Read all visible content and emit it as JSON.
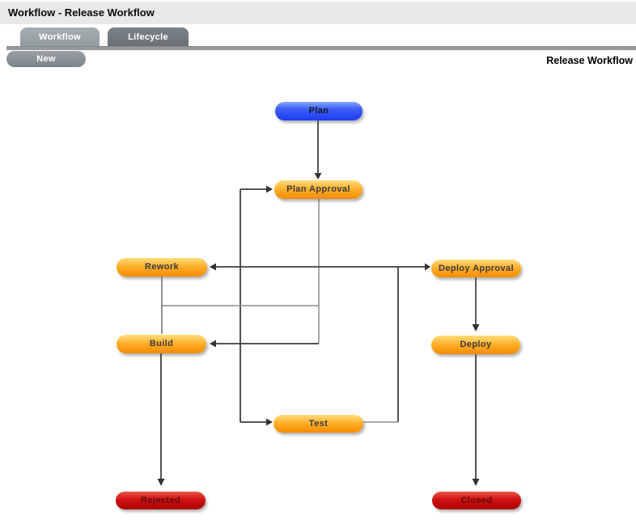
{
  "header": {
    "title": "Workflow - Release Workflow"
  },
  "tabs": [
    {
      "label": "Workflow",
      "active": true
    },
    {
      "label": "Lifecycle",
      "active": false
    }
  ],
  "toolbar": {
    "new_label": "New",
    "workflow_name": "Release Workflow"
  },
  "diagram": {
    "nodes": [
      {
        "id": "plan",
        "label": "Plan",
        "kind": "entry",
        "color": "#2b4ef4"
      },
      {
        "id": "plan-approval",
        "label": "Plan Approval",
        "kind": "state",
        "color": "#ffa41d"
      },
      {
        "id": "rework",
        "label": "Rework",
        "kind": "state",
        "color": "#ffa41d"
      },
      {
        "id": "deploy-approval",
        "label": "Deploy Approval",
        "kind": "state",
        "color": "#ffa41d"
      },
      {
        "id": "build",
        "label": "Build",
        "kind": "state",
        "color": "#ffa41d"
      },
      {
        "id": "deploy",
        "label": "Deploy",
        "kind": "state",
        "color": "#ffa41d"
      },
      {
        "id": "test",
        "label": "Test",
        "kind": "state",
        "color": "#ffa41d"
      },
      {
        "id": "rejected",
        "label": "Rejected",
        "kind": "exit",
        "color": "#c60c0c"
      },
      {
        "id": "closed",
        "label": "Closed",
        "kind": "exit",
        "color": "#c60c0c"
      }
    ],
    "arrows": [
      {
        "into": "plan-approval",
        "from_direction": "top"
      },
      {
        "into": "plan-approval",
        "from_direction": "left"
      },
      {
        "into": "rework",
        "from_direction": "right"
      },
      {
        "into": "deploy-approval",
        "from_direction": "left"
      },
      {
        "into": "build",
        "from_direction": "right"
      },
      {
        "into": "deploy",
        "from_direction": "top"
      },
      {
        "into": "test",
        "from_direction": "left"
      },
      {
        "into": "rejected",
        "from_direction": "top"
      },
      {
        "into": "closed",
        "from_direction": "top"
      }
    ],
    "line_color_dark": "#3f3f3f",
    "line_color_light": "#8e8e8e"
  }
}
